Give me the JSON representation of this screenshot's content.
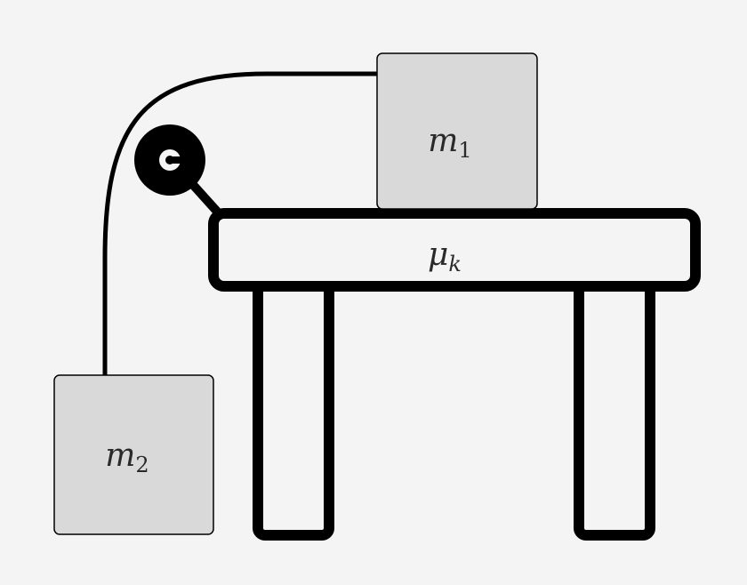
{
  "colors": {
    "background": "#f4f4f4",
    "stroke": "#000000",
    "block_fill": "#d9d9d9",
    "table_fill": "#f4f4f4",
    "text": "#2a2a2a"
  },
  "labels": {
    "mass1": {
      "symbol": "m",
      "subscript": "1"
    },
    "mass2": {
      "symbol": "m",
      "subscript": "2"
    },
    "friction": {
      "symbol": "μ",
      "subscript": "k"
    }
  },
  "icons": {
    "pulley": "pulley-icon"
  }
}
